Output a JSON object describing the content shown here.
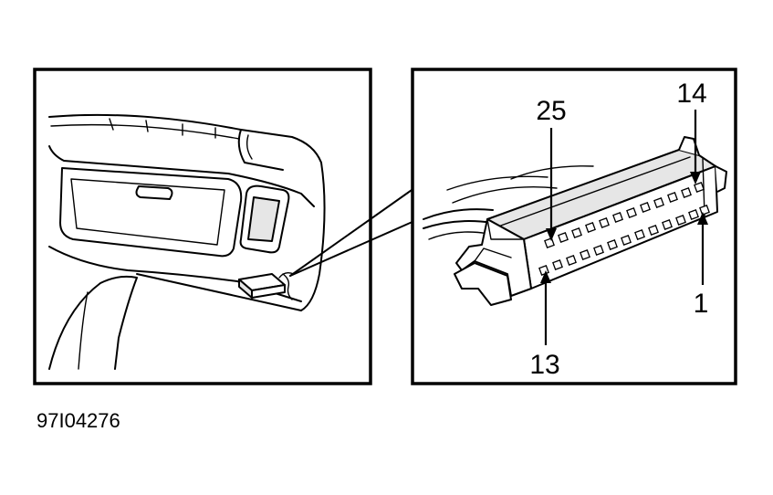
{
  "figure": {
    "id_code": "97I04276"
  },
  "callouts": {
    "pin_25": "25",
    "pin_14": "14",
    "pin_1": "1",
    "pin_13": "13"
  }
}
